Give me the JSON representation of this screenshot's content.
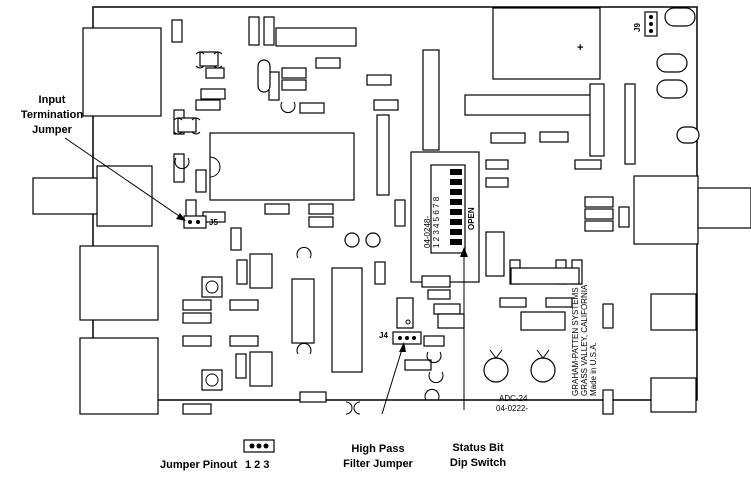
{
  "callouts": {
    "input_termination": [
      "Input",
      "Termination",
      "Jumper"
    ],
    "high_pass": [
      "High Pass",
      "Filter Jumper"
    ],
    "status_bit": [
      "Status Bit",
      "Dip Switch"
    ],
    "pinout_label": "Jumper Pinout",
    "pinout_numbers": "1  2  3"
  },
  "board": {
    "j5": "J5",
    "j4": "J4",
    "j9": "J9",
    "dip_part": "04-0248-",
    "dip_numbers": "1 2 3 4 5 6 7 8",
    "dip_open": "OPEN",
    "model": "ADC-24",
    "model_part": "04-0222-",
    "maker_lines": [
      "GRAHAM-PATTEN SYSTEMS",
      "GRASS VALLEY, CALIFORNIA",
      "Made in U.S.A."
    ],
    "plus_sign": "+"
  }
}
